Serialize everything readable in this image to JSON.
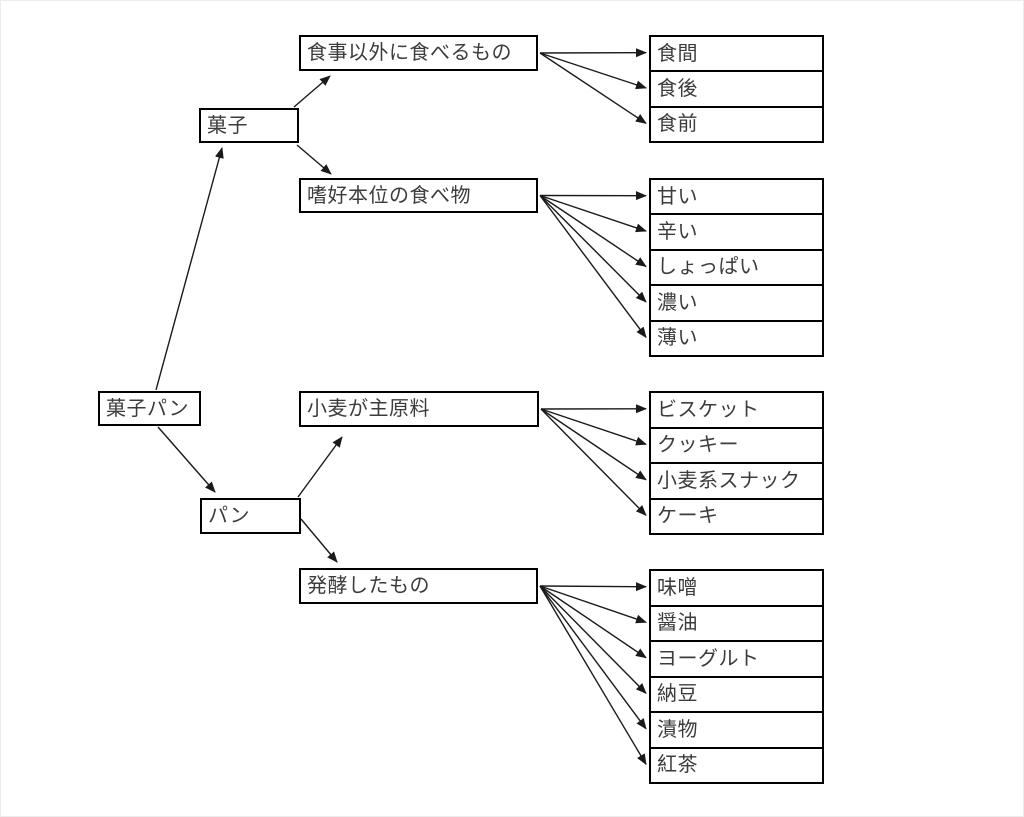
{
  "diagram": {
    "root": {
      "label": "菓子パン"
    },
    "level1": [
      {
        "id": "kashi",
        "label": "菓子"
      },
      {
        "id": "pan",
        "label": "パン"
      }
    ],
    "level2": [
      {
        "id": "g1",
        "parent": "kashi",
        "label": "食事以外に食べるもの",
        "children": [
          "食間",
          "食後",
          "食前"
        ]
      },
      {
        "id": "g2",
        "parent": "kashi",
        "label": "嗜好本位の食べ物",
        "children": [
          "甘い",
          "辛い",
          "しょっぱい",
          "濃い",
          "薄い"
        ]
      },
      {
        "id": "g3",
        "parent": "pan",
        "label": "小麦が主原料",
        "children": [
          "ビスケット",
          "クッキー",
          "小麦系スナック",
          "ケーキ"
        ]
      },
      {
        "id": "g4",
        "parent": "pan",
        "label": "発酵したもの",
        "children": [
          "味噌",
          "醤油",
          "ヨーグルト",
          "納豆",
          "漬物",
          "紅茶"
        ]
      }
    ],
    "colors": {
      "line": "#1a1a1a",
      "box_border": "#000000",
      "text": "#3c3c3c",
      "background": "#ffffff"
    }
  }
}
